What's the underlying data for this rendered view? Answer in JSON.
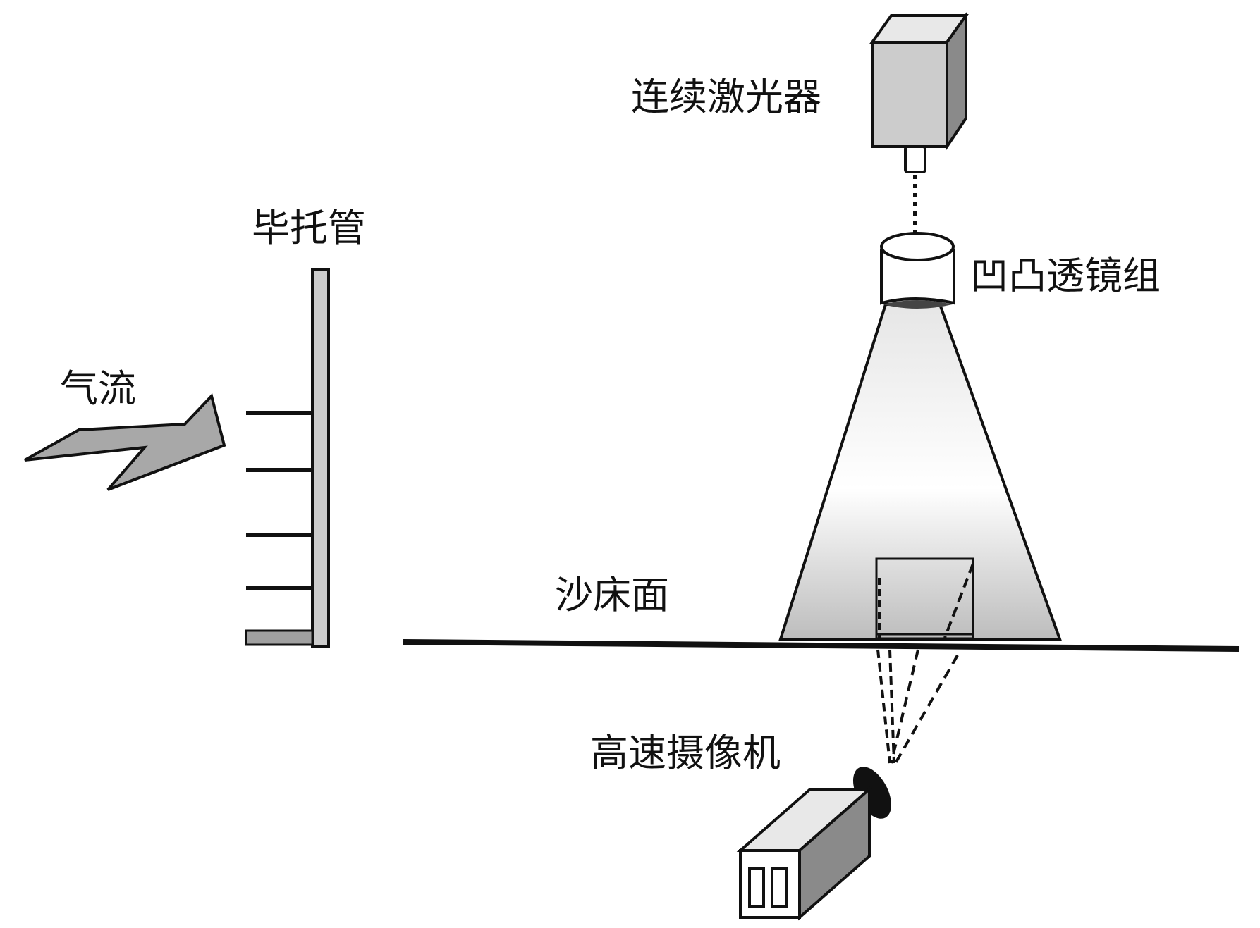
{
  "labels": {
    "laser": "连续激光器",
    "lens": "凹凸透镜组",
    "pitot": "毕托管",
    "airflow": "气流",
    "sand_surface": "沙床面",
    "camera": "高速摄像机"
  },
  "colors": {
    "stroke": "#111111",
    "device_gray": "#cccccc",
    "device_dark": "#8a8a8a",
    "arrow_fill": "#a8a8a8",
    "light_top": "#e8e8e8",
    "light_mid": "#ffffff",
    "light_bottom": "#c4c4c4"
  },
  "icons": {
    "laser": "laser-device-icon",
    "lens": "lens-group-icon",
    "camera": "high-speed-camera-icon",
    "arrow": "airflow-arrow-icon",
    "pitot": "pitot-tube-icon"
  }
}
